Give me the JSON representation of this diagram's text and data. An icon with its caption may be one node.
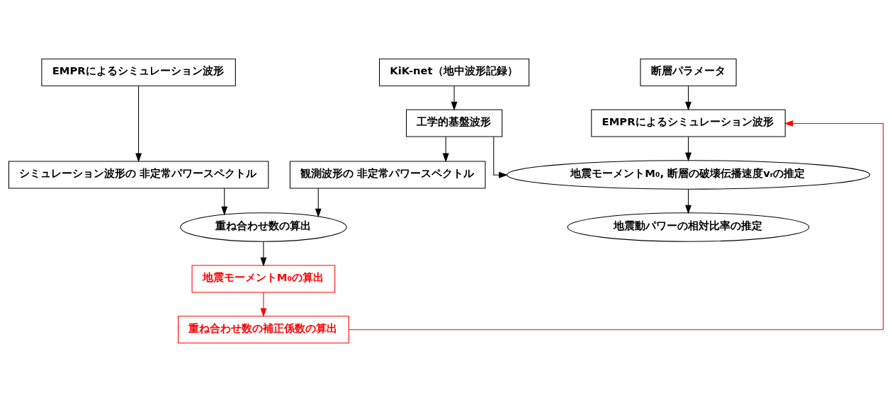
{
  "diagram": {
    "nodes": [
      {
        "text": [
          "EMPRによるシミュレーション波形"
        ]
      },
      {
        "text": [
          "KiK-net（地中波形記録）"
        ]
      },
      {
        "text": [
          "断層パラメータ"
        ]
      },
      {
        "text": [
          "工学的基盤波形"
        ]
      },
      {
        "text": [
          "EMPRによるシミュレーション波形"
        ]
      },
      {
        "text": [
          "シミュレーション波形の 非定常パワースペクトル"
        ]
      },
      {
        "text": [
          "観測波形の 非定常パワースペクトル"
        ]
      },
      {
        "text": [
          "地震モーメントM₀, 断層の破壊伝播速度vᵣの推定"
        ]
      },
      {
        "text": [
          "重ね合わせ数の算出"
        ]
      },
      {
        "text": [
          "地震動パワーの相対比率の推定"
        ]
      },
      {
        "text": [
          "地震モーメントM₀の算出"
        ]
      },
      {
        "text": [
          "重ね合わせ数の補正係数の算出"
        ]
      }
    ],
    "edges": [
      {
        "from": 0,
        "to": 5,
        "arrow": "to"
      },
      {
        "from": 1,
        "to": 3,
        "arrow": "to"
      },
      {
        "from": 2,
        "to": 4,
        "arrow": "to"
      },
      {
        "from": 3,
        "to": 6,
        "arrow": "to"
      },
      {
        "from": 3,
        "to": 7,
        "arrow": "to"
      },
      {
        "from": 4,
        "to": 7,
        "arrow": "to"
      },
      {
        "from": 5,
        "to": 8,
        "arrow": "to"
      },
      {
        "from": 6,
        "to": 8,
        "arrow": "to"
      },
      {
        "from": 7,
        "to": 9,
        "arrow": "to"
      },
      {
        "from": 8,
        "to": 10,
        "arrow": "to"
      },
      {
        "from": 10,
        "to": 11,
        "arrow": "to",
        "color": "#ff0000"
      },
      {
        "from": 11,
        "to": 4,
        "arrow": "to",
        "color": "#ff0000"
      }
    ]
  }
}
